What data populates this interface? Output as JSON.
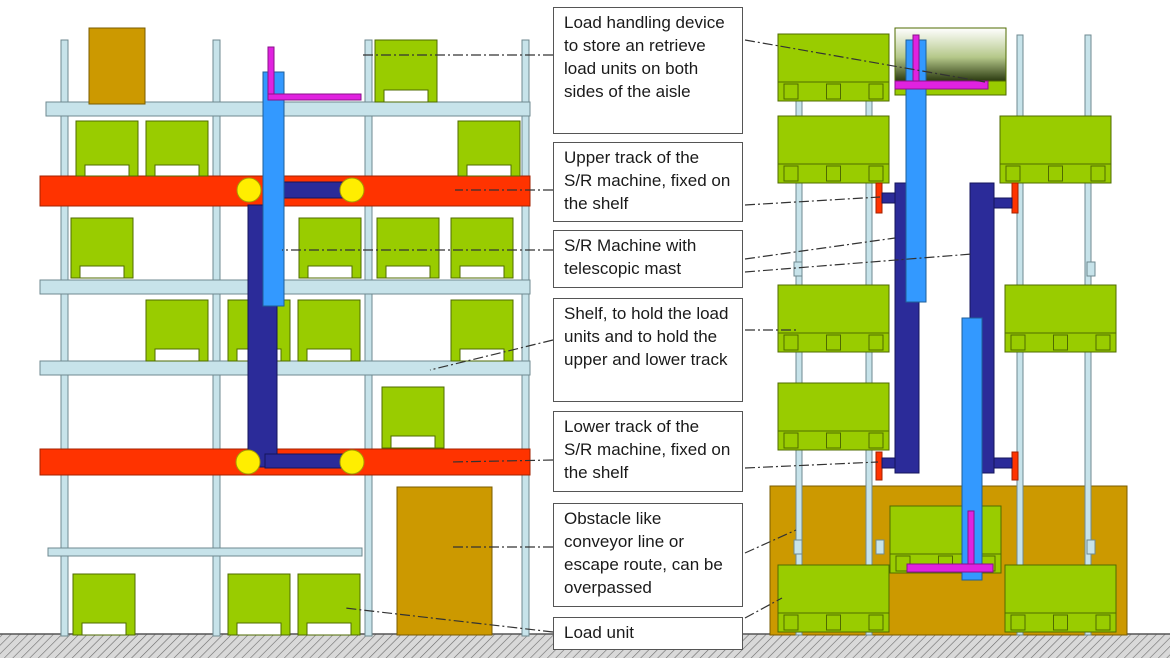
{
  "colors": {
    "load_unit": "#99cc00",
    "load_unit_border": "#4f6b00",
    "pallet": "#ffffff",
    "shelf": "#c7e3ea",
    "post": "#c7e3ea",
    "track": "#ff3300",
    "mast_outer": "#2b2b99",
    "mast_inner": "#3399ff",
    "fork": "#e022e0",
    "wheel": "#ffee00",
    "obstacle": "#cc9900",
    "ground": "#d9d9d9",
    "leader_line": "#333333"
  },
  "icons": {
    "load_unit": "pallet-box-icon",
    "wheel": "guide-wheel-icon"
  },
  "callouts": [
    {
      "id": "load-handling",
      "text": "Load handling device to store an retrieve load units on both sides of the aisle"
    },
    {
      "id": "upper-track",
      "text": "Upper track of the S/R machine, fixed on the shelf"
    },
    {
      "id": "sr-machine",
      "text": "S/R Machine with telescopic mast"
    },
    {
      "id": "shelf",
      "text": "Shelf, to hold the load units and to hold the upper and lower track"
    },
    {
      "id": "lower-track",
      "text": "Lower track of the S/R machine, fixed on the shelf"
    },
    {
      "id": "obstacle",
      "text": "Obstacle like conveyor line or escape route, can be overpassed"
    },
    {
      "id": "load-unit",
      "text": "Load unit"
    }
  ]
}
